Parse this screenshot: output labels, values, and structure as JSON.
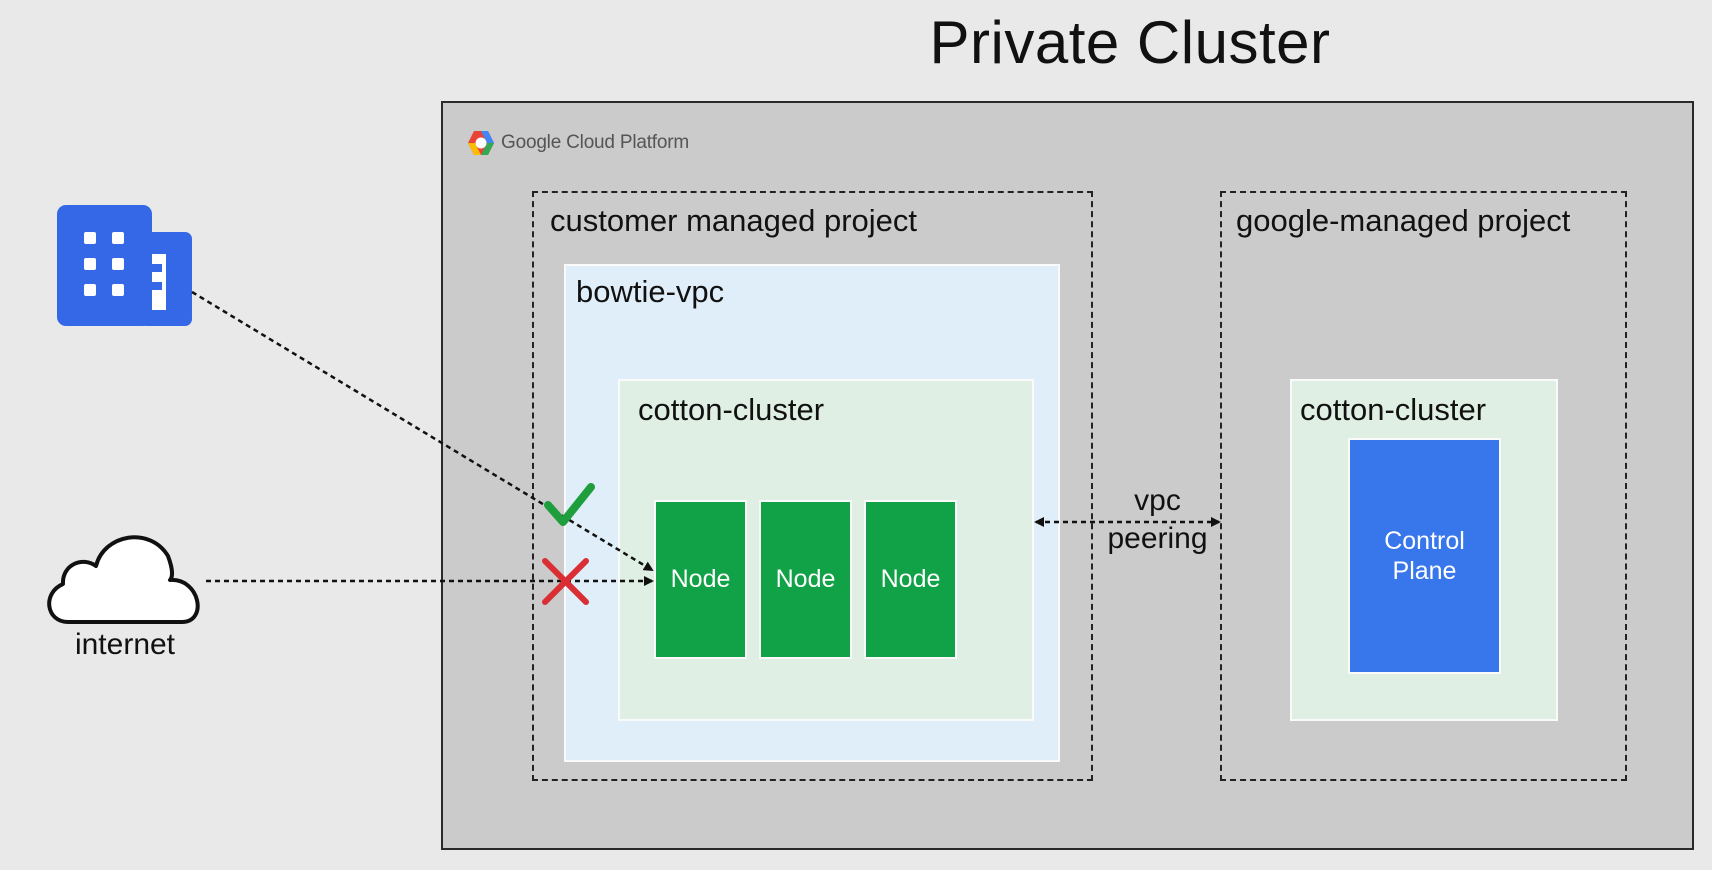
{
  "title": "Private Cluster",
  "gcp": {
    "logo_text": "Google Cloud Platform"
  },
  "customer_project": {
    "label": "customer managed project",
    "vpc": {
      "label": "bowtie-vpc",
      "cluster": {
        "label": "cotton-cluster",
        "nodes": [
          "Node",
          "Node",
          "Node"
        ]
      }
    }
  },
  "google_project": {
    "label": "google-managed project",
    "cluster": {
      "label": "cotton-cluster",
      "control_plane": "Control Plane"
    }
  },
  "peering": {
    "line1": "vpc",
    "line2": "peering"
  },
  "internet": {
    "label": "internet"
  },
  "icons": {
    "office": "building-icon",
    "internet": "cloud-icon",
    "allowed": "check-icon",
    "blocked": "cross-icon"
  },
  "colors": {
    "node": "#11a146",
    "control_plane": "#3876ec",
    "building": "#3568e6",
    "check": "#1f9e3e",
    "cross": "#d92e33"
  }
}
